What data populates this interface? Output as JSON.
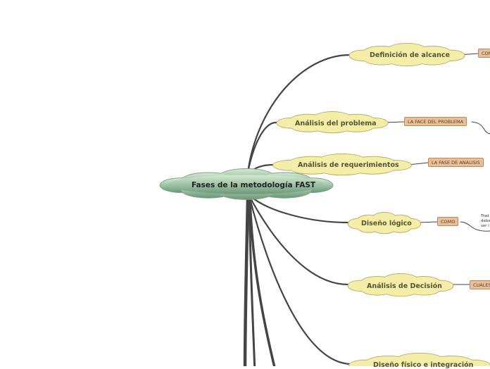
{
  "central": {
    "title": "Fases de la metodología FAST",
    "color": "#9ec4a4"
  },
  "topics": [
    {
      "label": "Definición de alcance"
    },
    {
      "label": "Análisis del problema"
    },
    {
      "label": "Análisis de requerimientos"
    },
    {
      "label": "Diseño lógico"
    },
    {
      "label": "Análisis de Decisión"
    },
    {
      "label": "Diseño físico e integración"
    }
  ],
  "subtopics": [
    {
      "label": "CON"
    },
    {
      "label": "LA FACE DEL PROBLEMA"
    },
    {
      "label": "LA FASE DE ANALISIS"
    },
    {
      "label": "COMO"
    },
    {
      "label": "CUALES"
    }
  ],
  "note": {
    "lines": [
      "Trad",
      "debe",
      "ser i"
    ]
  },
  "colors": {
    "topic_fill": "#f4eea8",
    "topic_stroke": "#b9b06a",
    "subtopic_fill": "#e8bf99",
    "branch": "#444444"
  }
}
